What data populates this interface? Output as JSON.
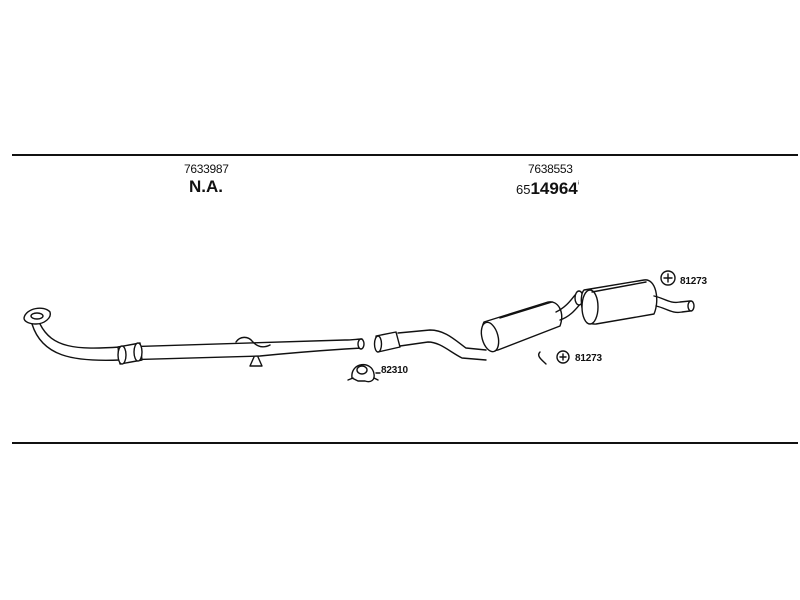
{
  "sections": [
    {
      "part_number": "7633987",
      "status": "N.A."
    },
    {
      "part_number": "7638553",
      "code_prefix": "65",
      "code_main": "14964",
      "code_suffix": "ⁱ"
    }
  ],
  "references": {
    "clamp": "82310",
    "hanger_rear": "81273",
    "hanger_mid": "81273"
  },
  "colors": {
    "line": "#111111",
    "fill": "#ffffff"
  }
}
